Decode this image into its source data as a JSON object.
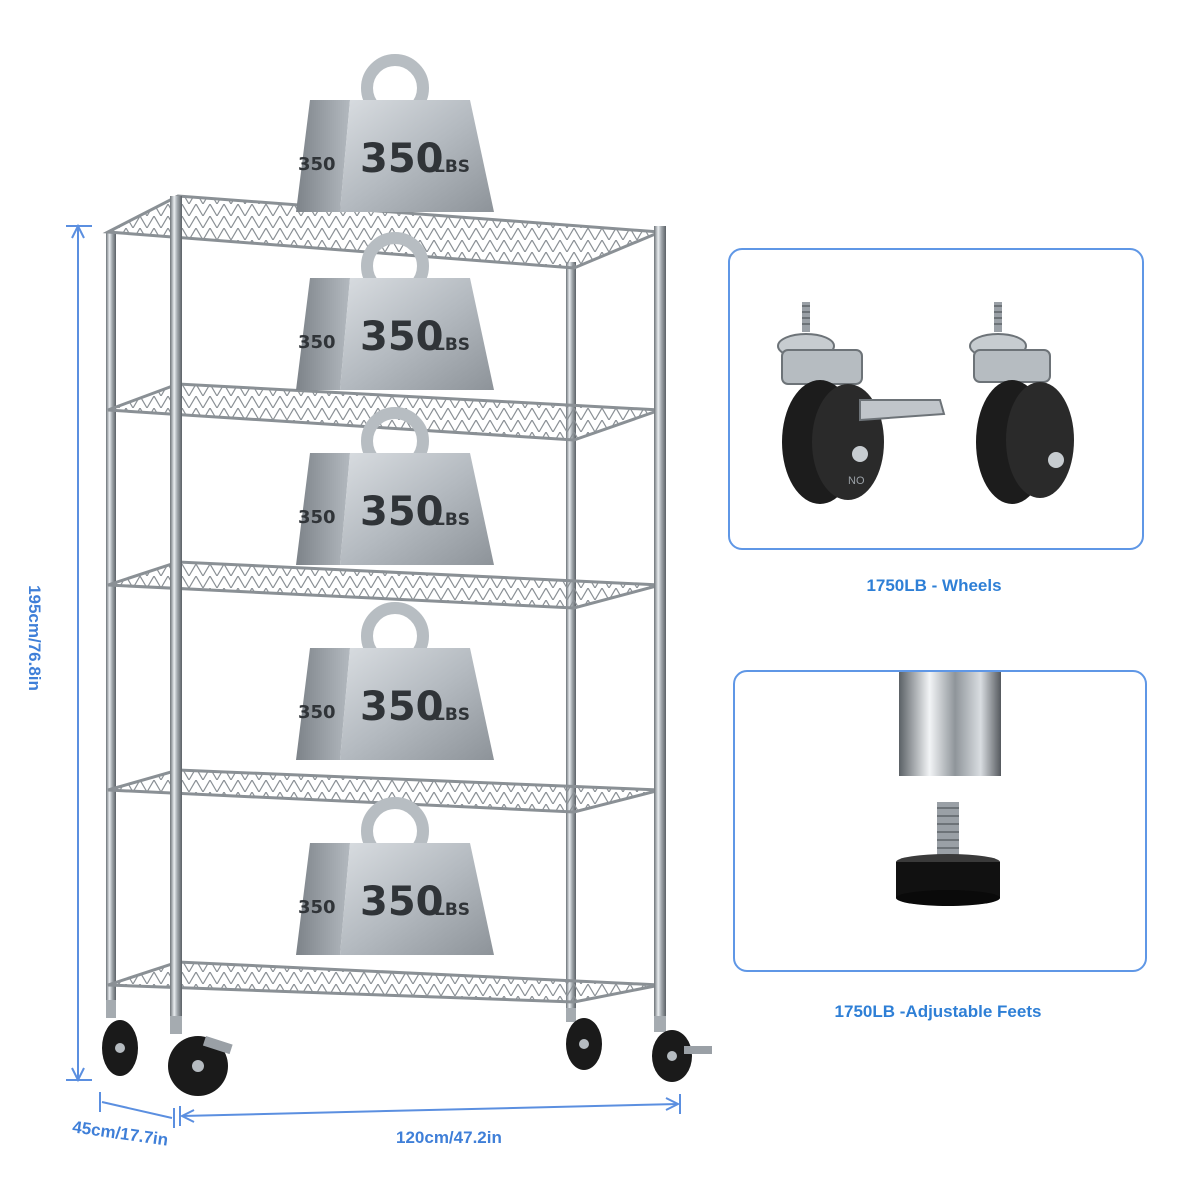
{
  "dimensions": {
    "height": "195cm/76.8in",
    "depth": "45cm/17.7in",
    "width": "120cm/47.2in"
  },
  "weights": [
    {
      "label": "350",
      "unit": "LBS"
    },
    {
      "label": "350",
      "unit": "LBS"
    },
    {
      "label": "350",
      "unit": "LBS"
    },
    {
      "label": "350",
      "unit": "LBS"
    },
    {
      "label": "350",
      "unit": "LBS"
    }
  ],
  "features": {
    "wheels_caption": "1750LB - Wheels",
    "feet_caption": "1750LB -Adjustable Feets",
    "caster_brand": "NO"
  },
  "colors": {
    "accent": "#3f7fd8",
    "box_border": "#5f97e6",
    "chrome": "#9aa0a6",
    "wheel": "#1a1a1a"
  }
}
